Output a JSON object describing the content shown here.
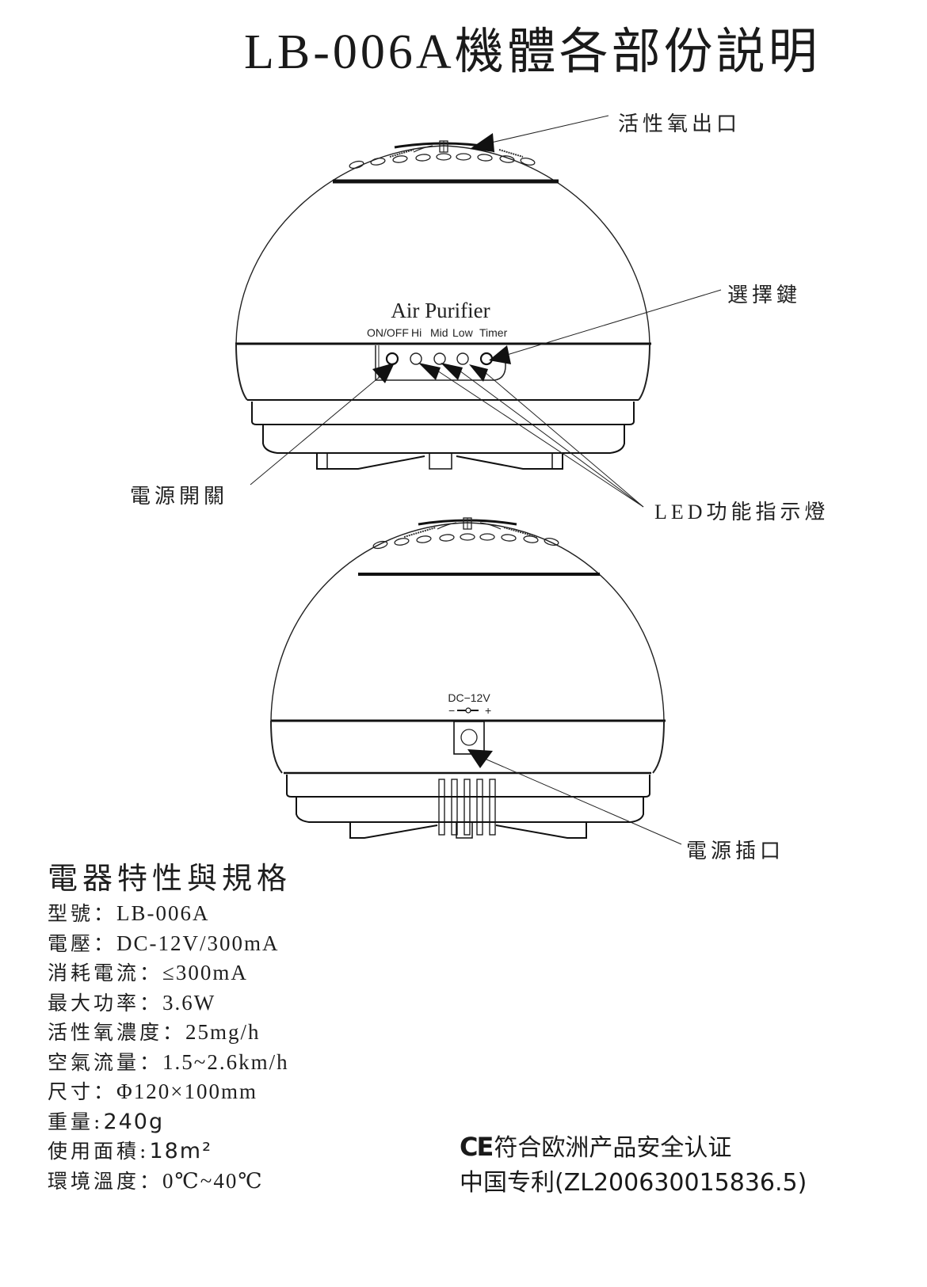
{
  "header": {
    "title": "LB-006A機體各部份説明"
  },
  "callouts": {
    "ozone_outlet": "活性氧出口",
    "select_keys": "選擇鍵",
    "power_switch": "電源開關",
    "led_indicators": "LED功能指示燈",
    "power_socket": "電源插口"
  },
  "front_view": {
    "brand": "Air Purifier",
    "buttons": [
      "ON/OFF",
      "Hi",
      "Mid",
      "Low",
      "Timer"
    ]
  },
  "back_view": {
    "dc_label": "DC−12V",
    "polarity_minus": "−",
    "polarity_plus": "+"
  },
  "specs": {
    "title": "電器特性與規格",
    "rows": [
      {
        "key": "型號：",
        "value": "LB-006A"
      },
      {
        "key": "電壓：",
        "value": "DC-12V/300mA"
      },
      {
        "key": "消耗電流：",
        "value": "≤300mA"
      },
      {
        "key": "最大功率：",
        "value": "3.6W"
      },
      {
        "key": "活性氧濃度：",
        "value": "25mg/h"
      },
      {
        "key": "空氣流量：",
        "value": "1.5~2.6km/h"
      },
      {
        "key": "尺寸：",
        "value": "Φ120×100mm"
      },
      {
        "key": "重量:",
        "value": "240g"
      },
      {
        "key": "使用面積:",
        "value": "18m²"
      },
      {
        "key": "環境溫度：",
        "value": "0℃~40℃"
      }
    ]
  },
  "certification": {
    "ce_mark": "CE",
    "ce_text": "符合欧洲产品安全认证",
    "patent": "中国专利(ZL200630015836.5)"
  },
  "colors": {
    "ink": "#1a1a1a",
    "background": "#ffffff"
  }
}
